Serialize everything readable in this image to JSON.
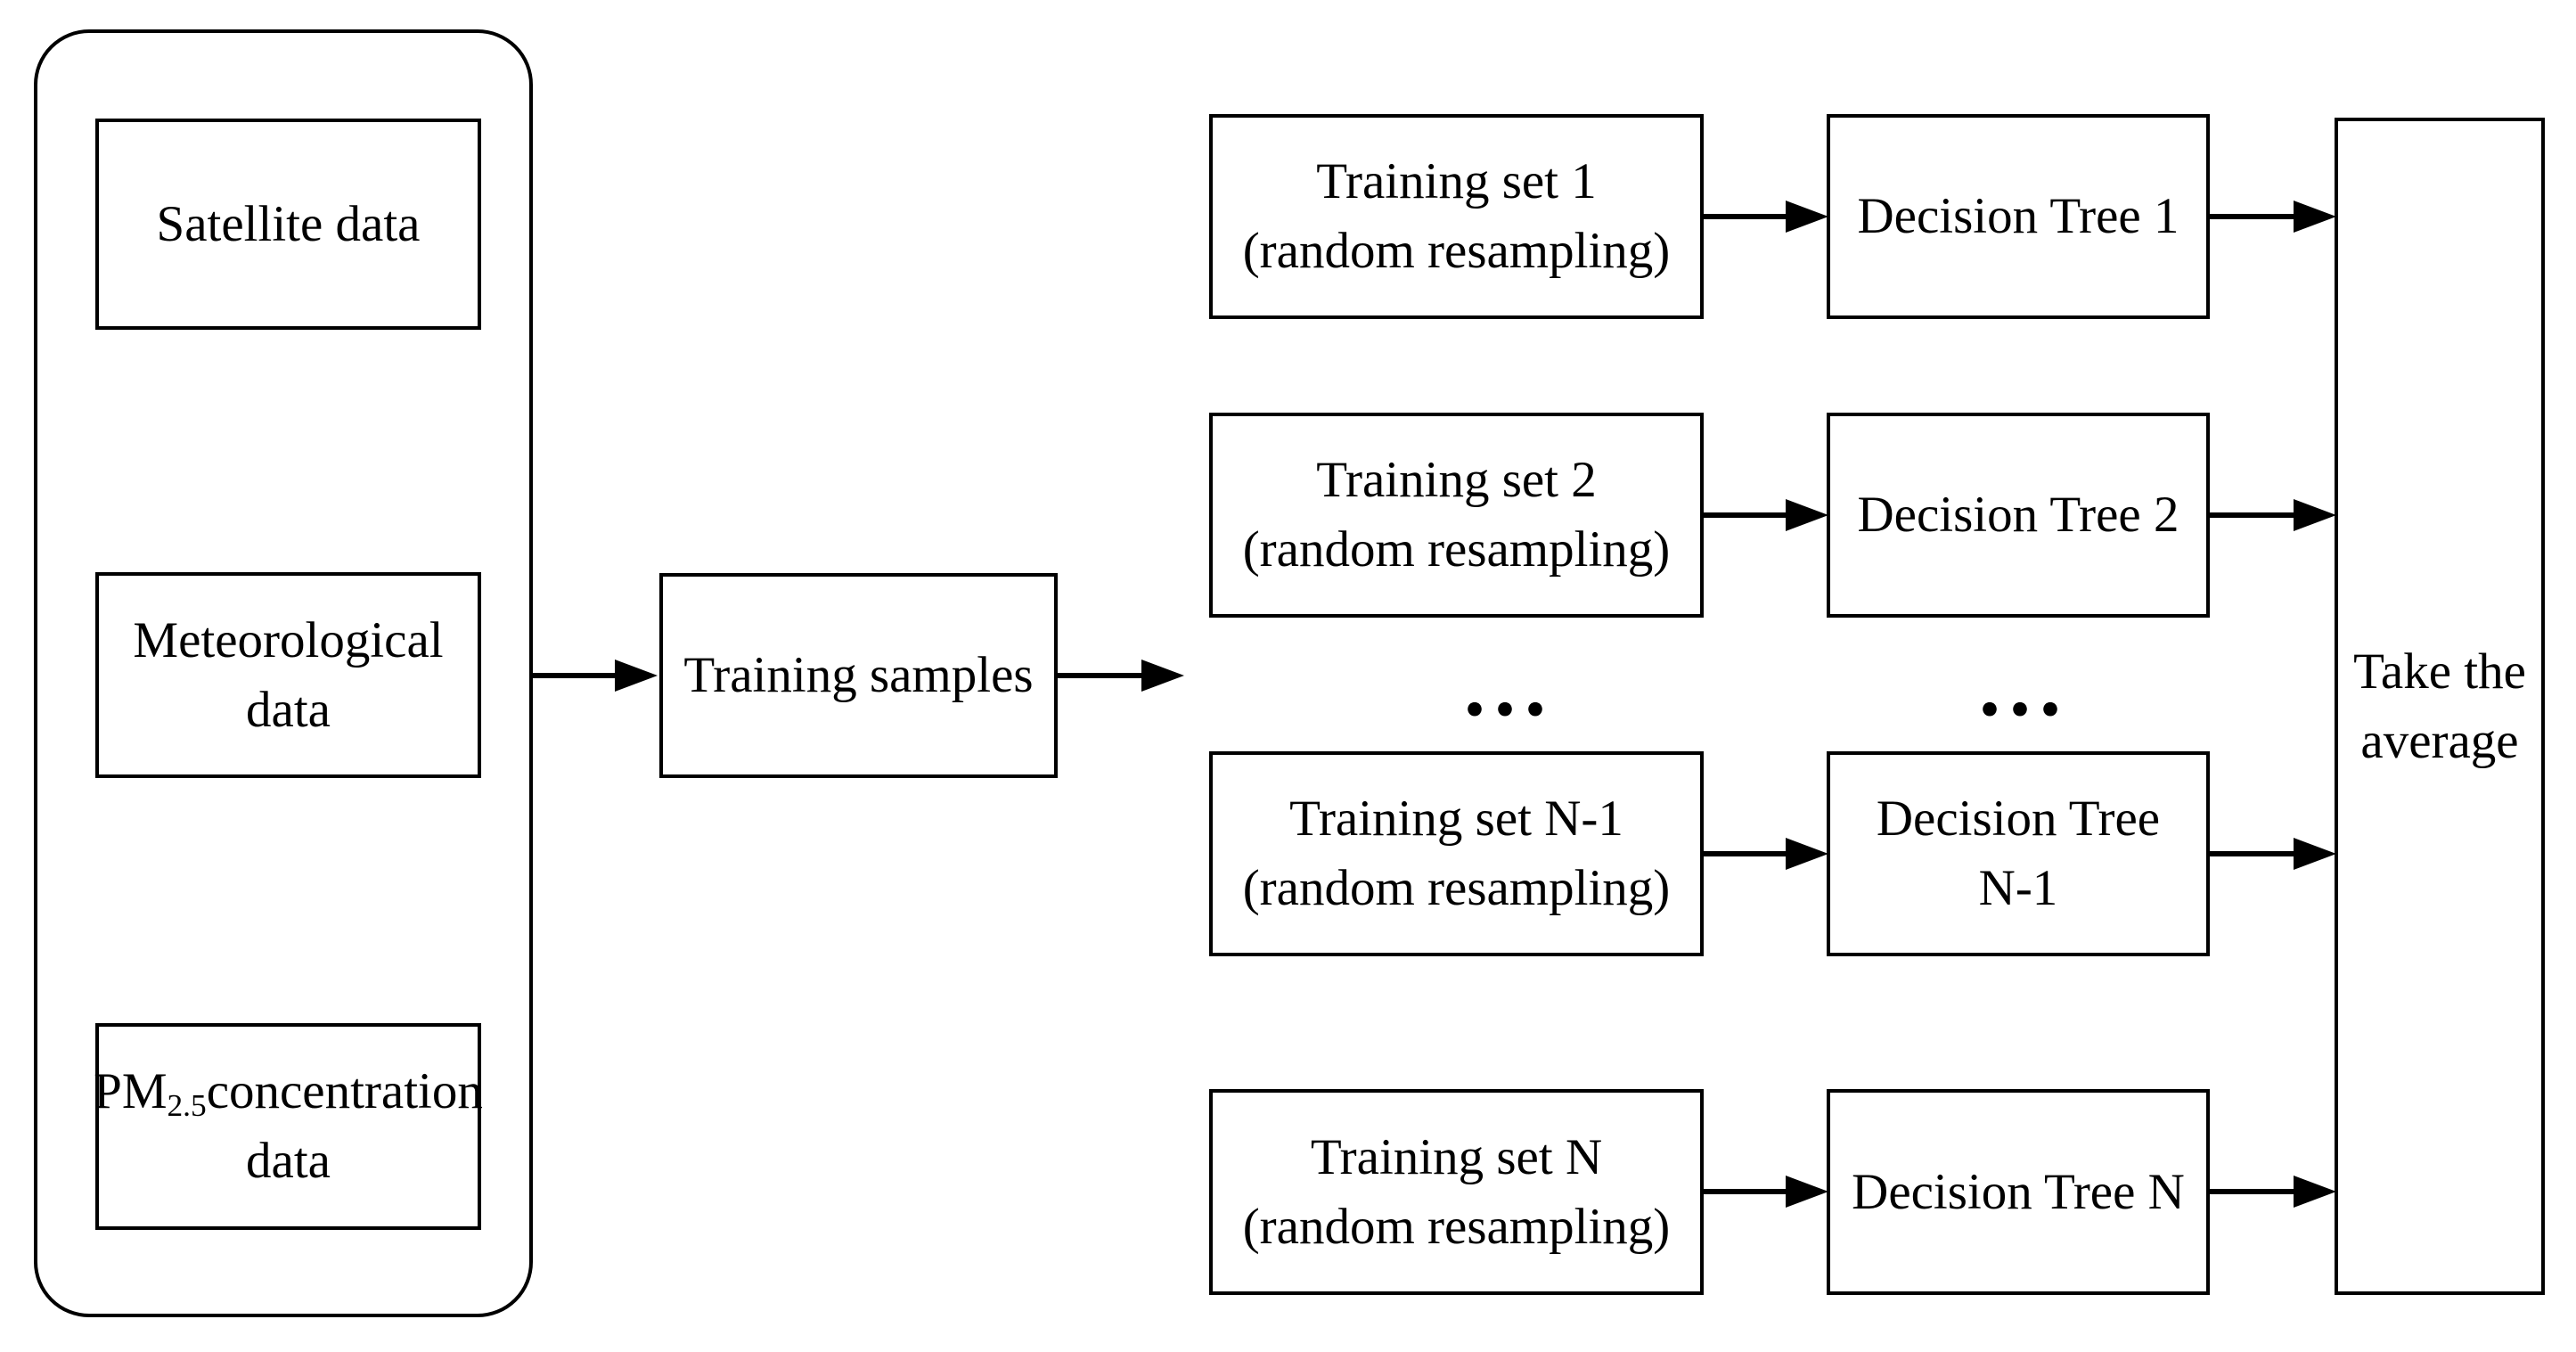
{
  "palette": {
    "ink": "#000000",
    "background": "#ffffff"
  },
  "input_panel": {
    "satellite_label": "Satellite data",
    "meteorological_label": "Meteorological\ndata",
    "pm_prefix": "PM",
    "pm_subscript": "2.5",
    "pm_suffix": "concentration\ndata"
  },
  "training_samples": {
    "label": "Training samples"
  },
  "ensemble": {
    "rows": [
      {
        "training_label": "Training set 1\n(random resampling)",
        "tree_label": "Decision Tree 1"
      },
      {
        "training_label": "Training set 2\n(random resampling)",
        "tree_label": "Decision Tree 2"
      },
      {
        "training_label": "Training set N-1\n(random resampling)",
        "tree_label": "Decision Tree\nN-1"
      },
      {
        "training_label": "Training set N\n(random resampling)",
        "tree_label": "Decision Tree N"
      }
    ],
    "training_ellipsis": "...",
    "tree_ellipsis": "..."
  },
  "aggregate": {
    "label": "Take the\naverage"
  }
}
